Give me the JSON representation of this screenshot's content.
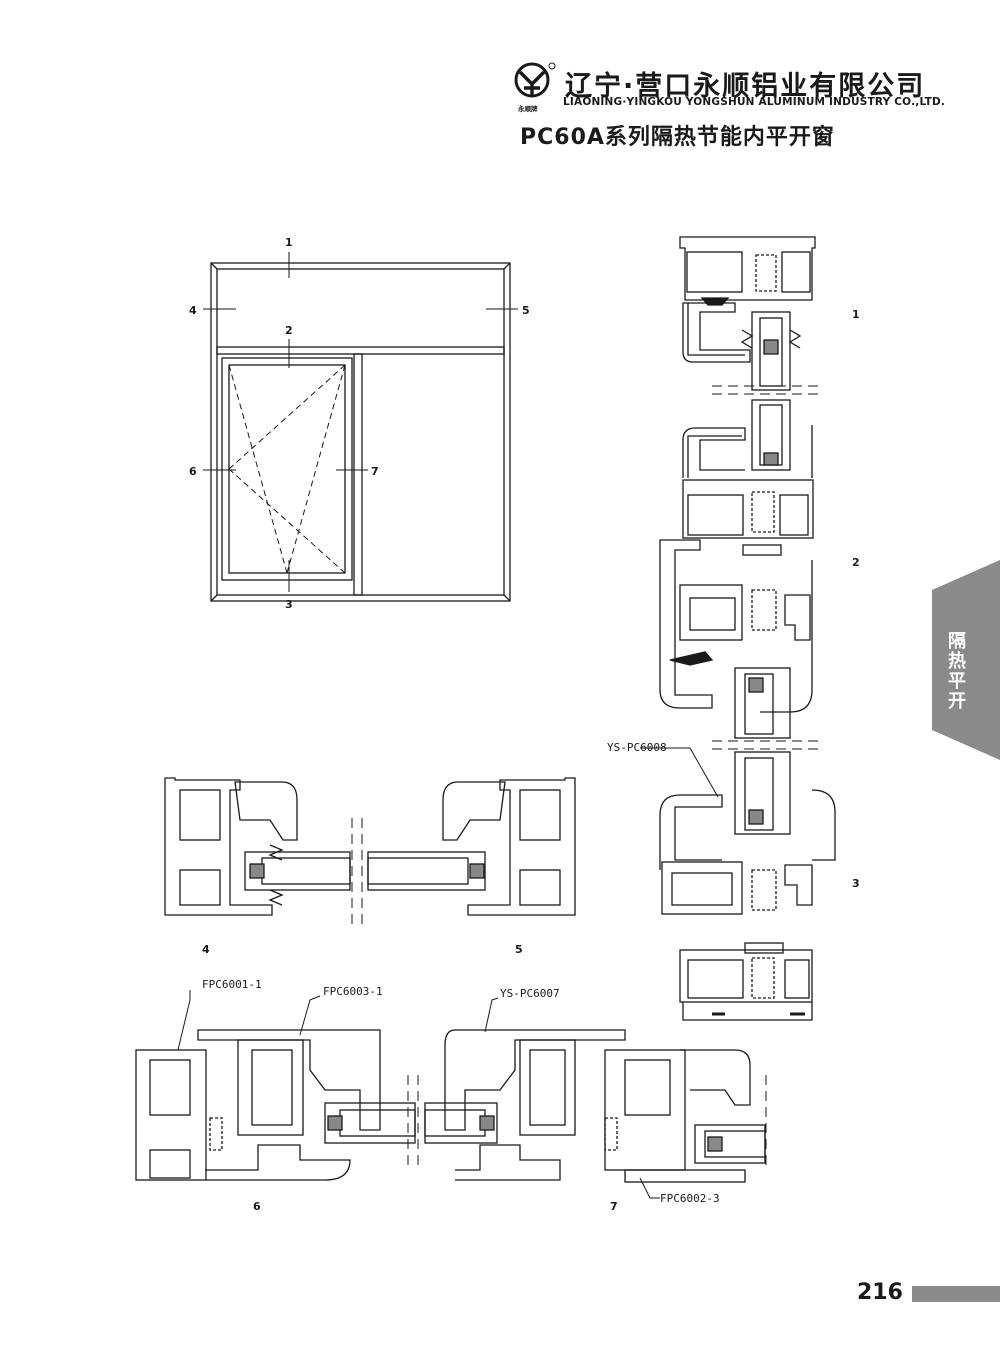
{
  "header": {
    "company_cn": "辽宁·营口永顺铝业有限公司",
    "company_en": "LIAONING·YINGKOU YONGSHUN ALUMINUM INDUSTRY CO.,LTD.",
    "trademark": "永顺牌",
    "title": "PC60A系列隔热节能内平开窗"
  },
  "elevation_labels": [
    "1",
    "2",
    "3",
    "4",
    "5",
    "6",
    "7"
  ],
  "section_labels": {
    "s1": "1",
    "s2": "2",
    "s3": "3",
    "s4": "4",
    "s5": "5",
    "s6": "6",
    "s7": "7"
  },
  "profile_codes": {
    "ys_pc6008": "YS-PC6008",
    "fpc6001_1": "FPC6001-1",
    "fpc6003_1": "FPC6003-1",
    "ys_pc6007": "YS-PC6007",
    "fpc6002_3": "FPC6002-3"
  },
  "side_tab": {
    "label": "隔热平开",
    "color": "#8a8a8a"
  },
  "page_number": "216",
  "colors": {
    "line": "#1a1a1a",
    "tab": "#8a8a8a"
  }
}
